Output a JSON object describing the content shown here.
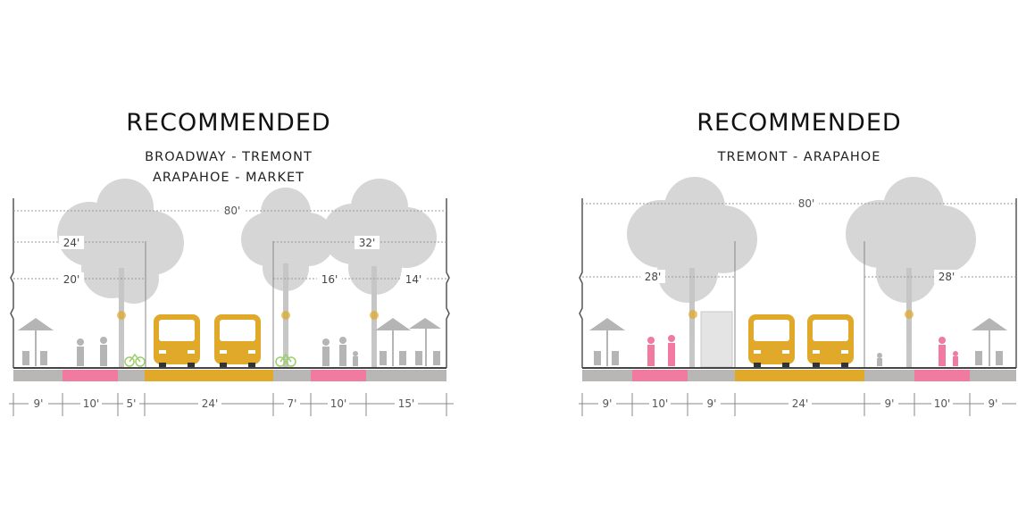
{
  "sections": [
    {
      "title": "RECOMMENDED",
      "subtitle_lines": [
        "BROADWAY - TREMONT",
        "ARAPAHOE - MARKET"
      ],
      "overall_width": "80'",
      "canopy_labels": [
        "24'",
        "20'",
        "16'",
        "32'",
        "14'"
      ],
      "dimensions": [
        "9'",
        "10'",
        "5'",
        "24'",
        "7'",
        "10'",
        "15'"
      ]
    },
    {
      "title": "RECOMMENDED",
      "subtitle_lines": [
        "TREMONT - ARAPAHOE"
      ],
      "overall_width": "80'",
      "canopy_labels": [
        "28'",
        "28'"
      ],
      "dimensions": [
        "9'",
        "10'",
        "9'",
        "24'",
        "9'",
        "10'",
        "9'"
      ]
    }
  ],
  "colors": {
    "pedestrian": "#f07aa0",
    "transit": "#e0a92a",
    "sidewalk": "#b9b6b6",
    "bike": "#9ccf6b",
    "tree": "#c9c9c9",
    "line": "#555555"
  }
}
